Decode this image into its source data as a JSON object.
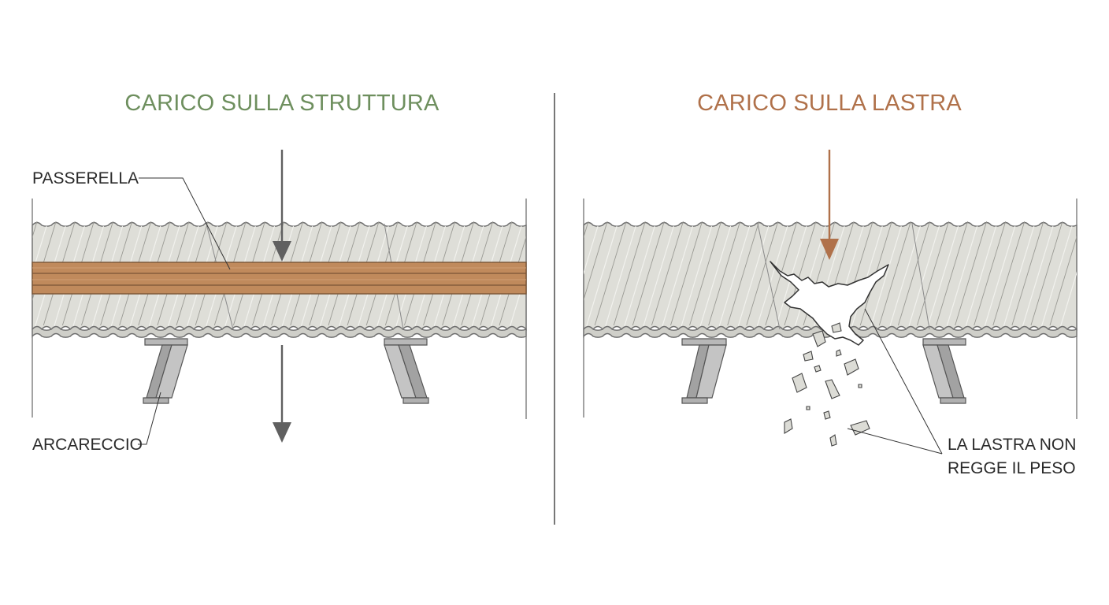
{
  "left_panel": {
    "title": "CARICO SULLA STRUTTURA",
    "walkway_label": "PASSERELLA",
    "purlin_label": "ARCARECCIO"
  },
  "right_panel": {
    "title": "CARICO SULLA LASTRA",
    "break_label_line1": "LA LASTRA NON",
    "break_label_line2": "REGGE IL PESO"
  },
  "colors": {
    "left_title": "#6e8f5e",
    "right_title": "#b0714a",
    "sheet": "#deded8",
    "sheet_stroke": "#6f6f6f",
    "walkway": "#c08a5c",
    "walkway_stroke": "#7a5536",
    "purlin": "#a9a9a9",
    "arrow_left": "#606060",
    "arrow_right": "#b0714a",
    "divider": "#555555"
  }
}
